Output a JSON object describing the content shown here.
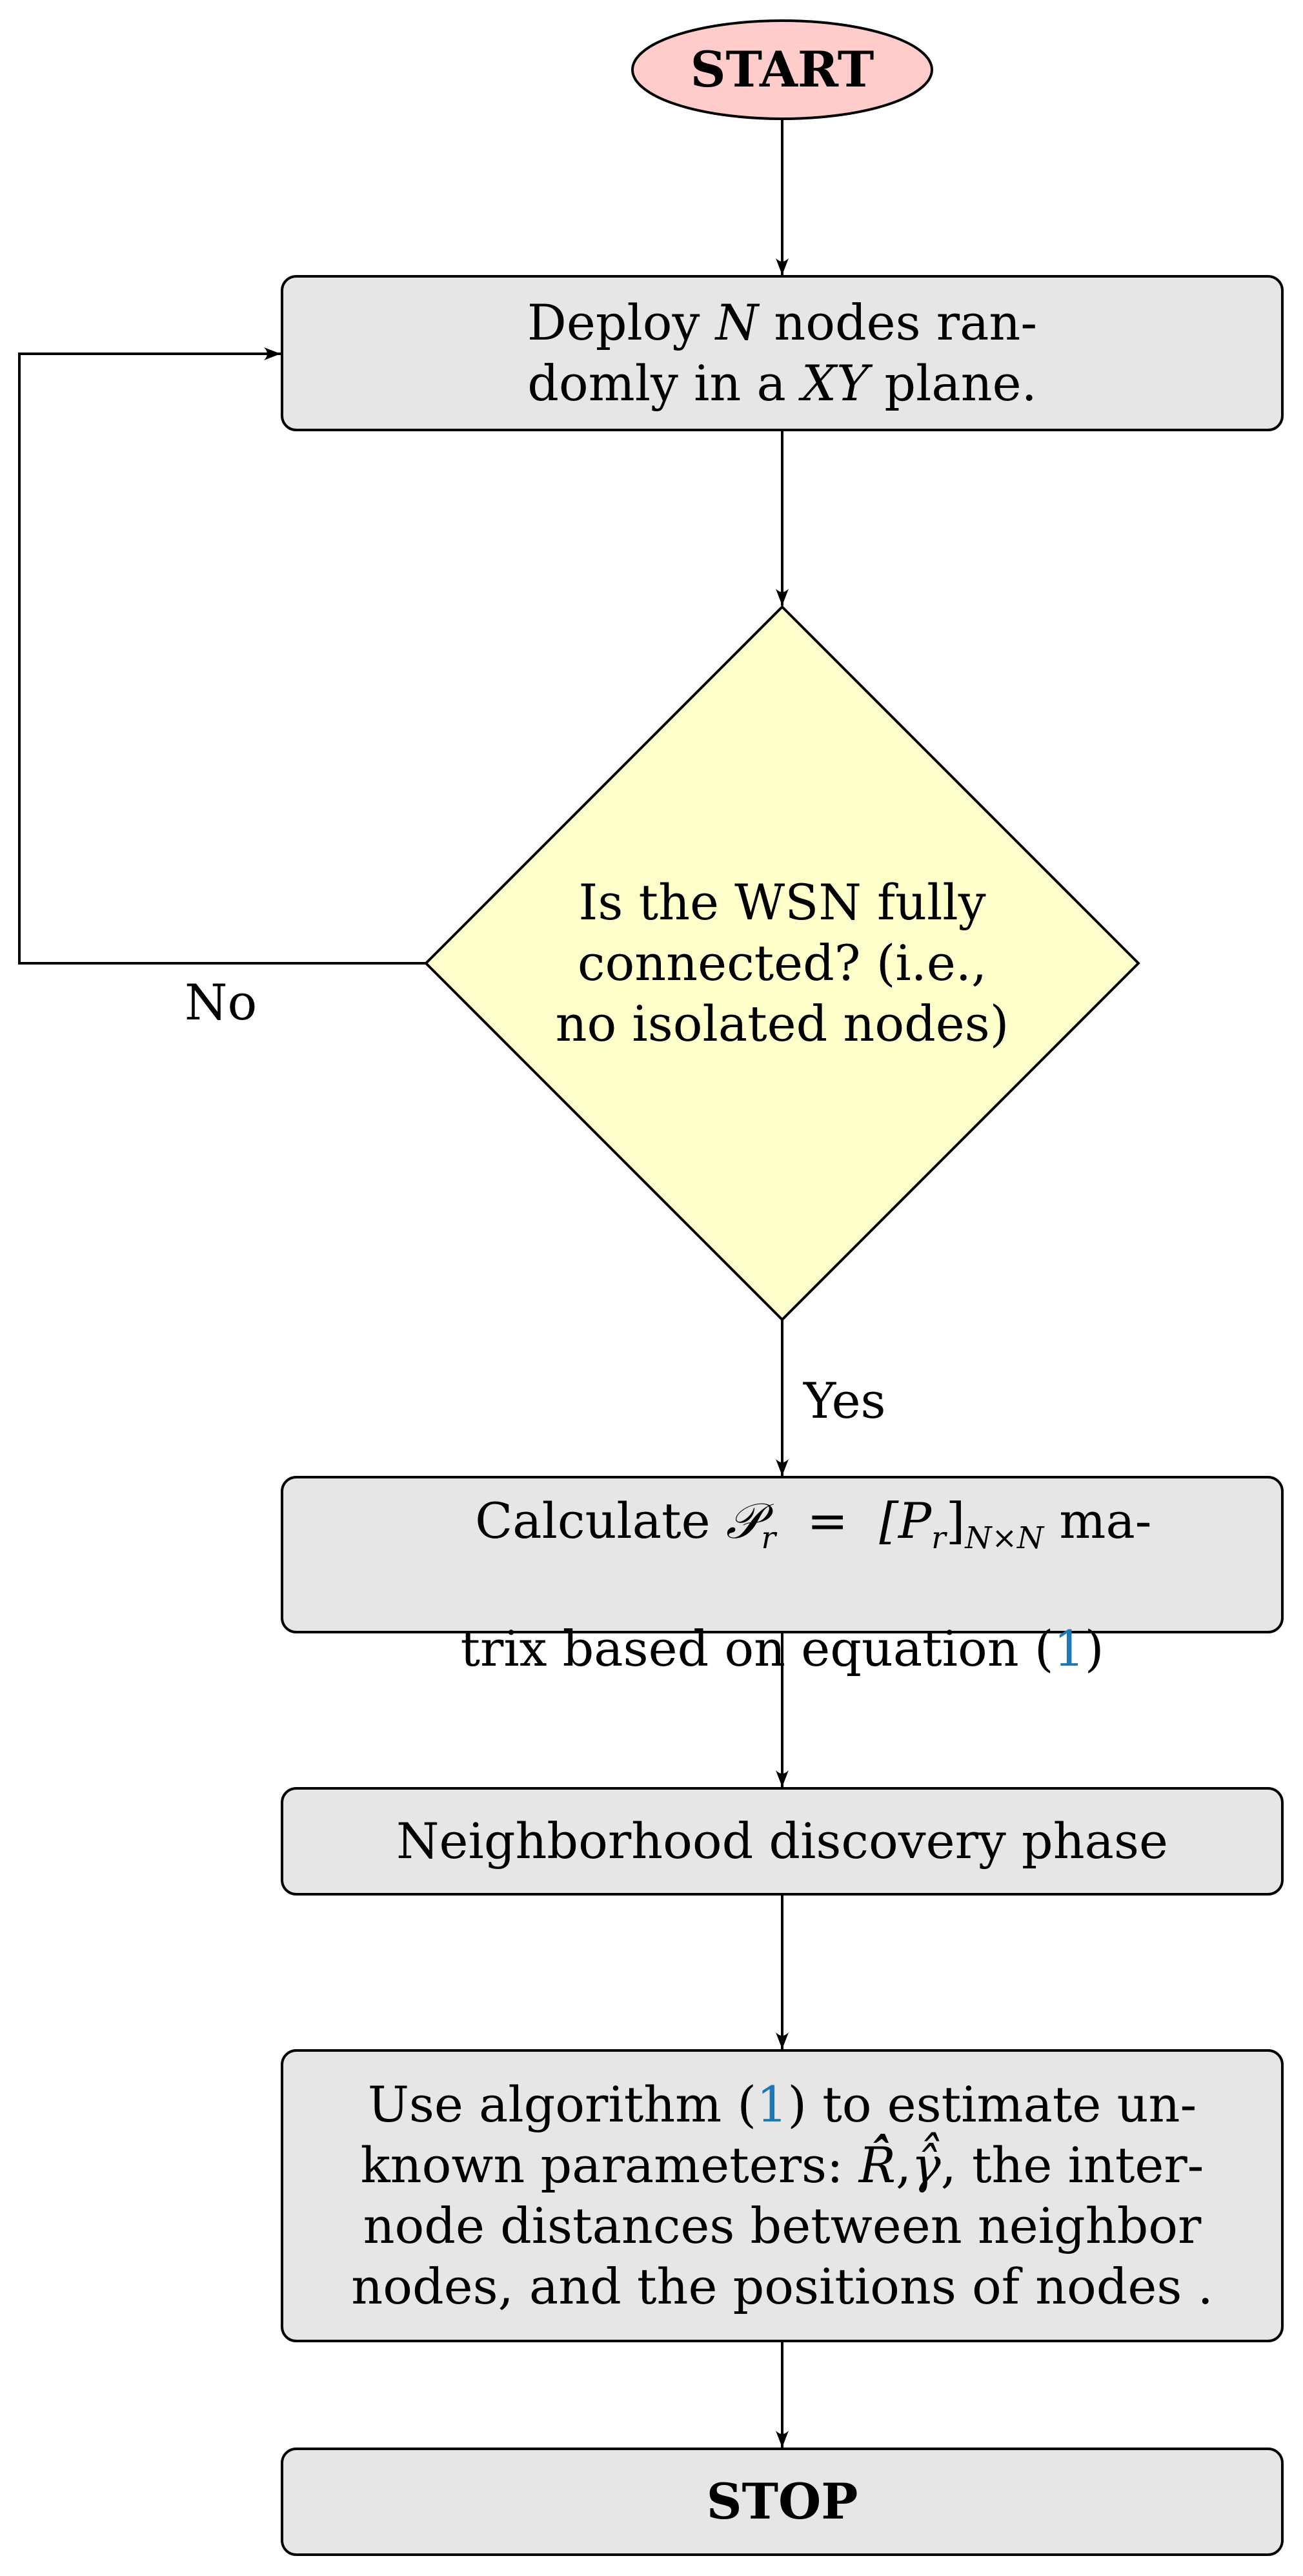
{
  "nodes": {
    "start": {
      "label": "START"
    },
    "deploy": {
      "line1_a": "Deploy ",
      "line1_var": "N",
      "line1_b": " nodes ran-",
      "line2_a": "domly in a ",
      "line2_var": "XY",
      "line2_b": " plane."
    },
    "decision": {
      "line1": "Is the WSN fully",
      "line2": "connected? (i.e.,",
      "line3": "no isolated nodes)"
    },
    "calculate": {
      "line1_a": "Calculate ",
      "line1_math": "𝒫",
      "line1_sub": "r",
      "line1_eq": "  =  ",
      "line1_bracket": "[P",
      "line1_bsub": "r",
      "line1_close": "]",
      "line1_dim": "N×N",
      "line1_b": " ma-",
      "line2_a": "trix based on equation (",
      "line2_ref": "1",
      "line2_b": ")"
    },
    "neighborhood": {
      "label": "Neighborhood discovery phase"
    },
    "algorithm": {
      "line1_a": "Use algorithm (",
      "line1_ref": "1",
      "line1_b": ") to estimate un-",
      "line2_a": "known parameters: ",
      "line2_r": "R̂̂",
      "line2_sep": ",",
      "line2_g": "γ̂̂",
      "line2_b": ", the inter-",
      "line3": "node distances between neighbor",
      "line4": "nodes, and the positions of nodes ."
    },
    "stop": {
      "label": "STOP"
    }
  },
  "edges": {
    "no_label": "No",
    "yes_label": "Yes"
  },
  "colors": {
    "start_fill": "#ffcccc",
    "process_fill": "#e6e6e6",
    "decision_fill": "#ffffcc",
    "stroke": "#000000",
    "ref": "#1f77b4"
  }
}
